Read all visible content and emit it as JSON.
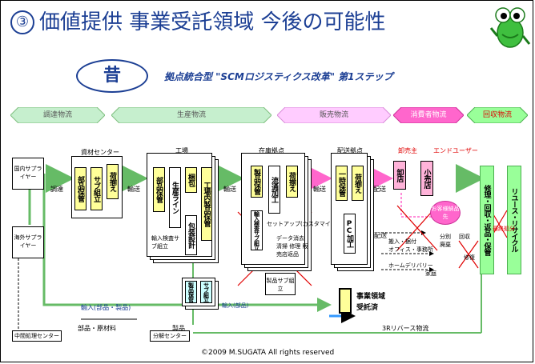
{
  "title": {
    "number": "③",
    "text": "価値提供 事業受託領域 今後の可能性"
  },
  "badge": "昔",
  "subtitle": "拠点統合型 \"SCMロジスティクス改革\" 第1ステップ",
  "phases": [
    {
      "label": "調達物流",
      "color": "#c6efce"
    },
    {
      "label": "生産物流",
      "color": "#c6efce"
    },
    {
      "label": "販売物流",
      "color": "#ffccff"
    },
    {
      "label": "消費者物流",
      "color": "#ff66cc"
    },
    {
      "label": "回収物流",
      "color": "#99ff99"
    }
  ],
  "suppliers": {
    "domestic": "国内サプライヤー",
    "overseas": "海外サプライヤー"
  },
  "transport": {
    "procure": "調達",
    "ship": "輸送",
    "ship2": "輸送",
    "ship3": "輸送",
    "deliver": "配送",
    "deliver2": "配送"
  },
  "material_center": {
    "title": "資材センター",
    "items": [
      "部品保管",
      "サブ組立",
      "荷揃え"
    ]
  },
  "factory": {
    "title": "工場",
    "items": [
      "部品保管",
      "生産ライン",
      "梱包",
      "工場内製品保管"
    ],
    "sub_inspect": "輸入検査サブ組立",
    "packaging_design": "包装設計",
    "inner_box": [
      "製品保管",
      "サブ組立"
    ]
  },
  "inventory": {
    "title": "在庫拠点",
    "items": [
      "製品保管",
      "流通加工",
      "荷揃え"
    ],
    "sub": "輸入検査サブ組立",
    "setup": "セットアップ(カスタマイズ)",
    "repair": "データ消去 清掃 修理 販売店返品",
    "product_sub": "製品サブ組立"
  },
  "delivery_center": {
    "title": "配送拠点",
    "items": [
      "一時保管",
      "荷揃え"
    ],
    "pc": "PC加工"
  },
  "retail": {
    "wholesaler": "卸売主",
    "end_user": "エンドユーザー",
    "wholesale": "卸店",
    "shop": "小売店",
    "customer": "お客様納品先"
  },
  "consumer_labels": {
    "install": "搬入・据付",
    "office_move": "オフィス・事務所",
    "home": "ホームデリバリー",
    "house": "家庭",
    "sort": "分別廃棄",
    "collect": "回収",
    "rebuild": "修復"
  },
  "recovery": {
    "flow": "修理・回収・返品・保管",
    "recycle": "リユース・リサイクル",
    "final": "最終処分"
  },
  "bottom": {
    "import_flow": "輸入(部品・製品)",
    "import_flow2": "輸入(部品)",
    "parts_material": "部品・原材料",
    "product": "製品",
    "intermediate": "中間処理センター",
    "decomp": "分解センター",
    "reverse": "3Rリバース物流"
  },
  "legend": {
    "area": "事業領域",
    "contracted": "受託済"
  },
  "copyright": "©2009 M.SUGATA All rights reserved"
}
